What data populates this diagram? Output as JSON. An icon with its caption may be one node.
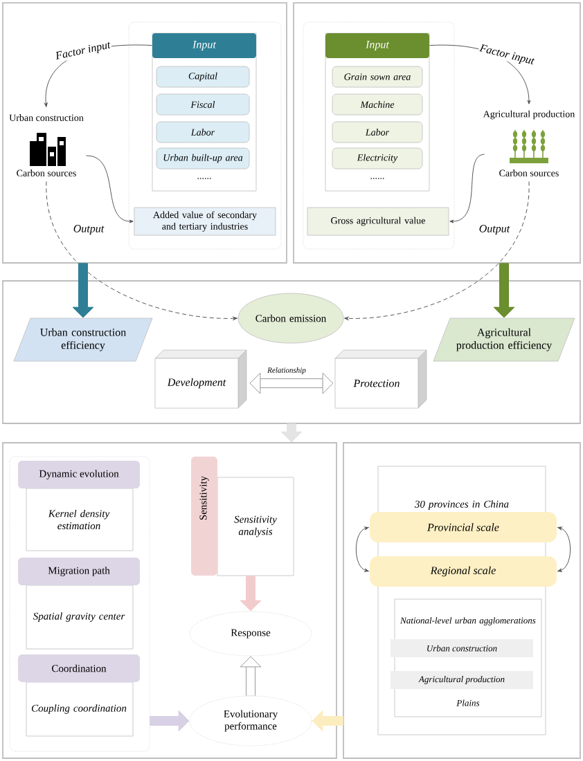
{
  "diagram": {
    "nodes": [
      {
        "text": [],
        "shape": "box"
      },
      {
        "text": [],
        "shape": "box",
        "in": 0
      },
      {
        "text": [
          "Input",
          "......"
        ],
        "in": 1
      },
      {
        "text": [
          "Capital"
        ],
        "in": 2
      },
      {
        "text": [
          "Fiscal"
        ],
        "in": 2
      },
      {
        "text": [
          "Labor"
        ],
        "in": 2
      },
      {
        "text": [
          "Urban built-up area"
        ],
        "in": 2
      },
      {
        "text": [
          "Added value of secondary and tertiary industries"
        ],
        "in": 1
      },
      {
        "text": [
          "Urban construction",
          "Carbon sources"
        ],
        "in": 0
      },
      {
        "text": [],
        "shape": "box"
      },
      {
        "text": [],
        "shape": "box",
        "in": 9
      },
      {
        "text": [
          "Input",
          "......"
        ],
        "in": 10
      },
      {
        "text": [
          "Grain sown area"
        ],
        "in": 11
      },
      {
        "text": [
          "Machine"
        ],
        "in": 11
      },
      {
        "text": [
          "Labor"
        ],
        "in": 11
      },
      {
        "text": [
          "Electricity"
        ],
        "in": 11
      },
      {
        "text": [
          "Gross agricultural value"
        ],
        "in": 10
      },
      {
        "text": [
          "Agricultural production",
          "Carbon sources"
        ],
        "in": 9
      },
      {
        "text": [],
        "shape": "box"
      },
      {
        "text": [
          "Carbon emission"
        ],
        "in": 18
      },
      {
        "text": [
          "Urban construction efficiency"
        ],
        "in": 18
      },
      {
        "text": [
          "Agricultural production efficiency"
        ],
        "in": 18
      },
      {
        "text": [
          "Development"
        ],
        "in": 18
      },
      {
        "text": [
          "Protection"
        ],
        "in": 18
      },
      {
        "text": [],
        "shape": "box"
      },
      {
        "text": [],
        "shape": "box",
        "in": 24
      },
      {
        "text": [
          "Dynamic evolution",
          "Kernel density estimation"
        ],
        "in": 25
      },
      {
        "text": [
          "Migration path",
          "Spatial gravity center"
        ],
        "in": 25
      },
      {
        "text": [
          "Coordination",
          "Coupling coordination"
        ],
        "in": 25
      },
      {
        "text": [
          "Sensitivity",
          "Sensitivity analysis"
        ],
        "in": 24
      },
      {
        "text": [
          "Response"
        ],
        "in": 24
      },
      {
        "text": [
          "Evolutionary performance"
        ],
        "in": 24
      },
      {
        "text": [],
        "shape": "box"
      },
      {
        "text": [
          "30 provinces in China"
        ],
        "in": 32
      },
      {
        "text": [
          "Provincial scale"
        ],
        "in": 33
      },
      {
        "text": [
          "Regional scale"
        ],
        "in": 33
      },
      {
        "text": [
          "National-level urban agglomerations",
          "Plains"
        ],
        "in": 33
      },
      {
        "text": [
          "Urban construction"
        ],
        "in": 36
      },
      {
        "text": [
          "Agricultural production"
        ],
        "in": 36
      }
    ],
    "edges": [
      {
        "from": 2,
        "to": 8,
        "arrow": "to",
        "label": "Factor input"
      },
      {
        "from": 8,
        "to": 7,
        "arrow": "to"
      },
      {
        "from": 8,
        "to": 19,
        "arrow": "to",
        "label": "Output",
        "style": "dashed"
      },
      {
        "from": 11,
        "to": 17,
        "arrow": "to",
        "label": "Factor input"
      },
      {
        "from": 17,
        "to": 16,
        "arrow": "to"
      },
      {
        "from": 17,
        "to": 19,
        "arrow": "to",
        "label": "Output",
        "style": "dashed"
      },
      {
        "from": 0,
        "to": 20,
        "arrow": "to",
        "style": "thick",
        "color": "#2e7f95"
      },
      {
        "from": 9,
        "to": 21,
        "arrow": "to",
        "style": "thick",
        "color": "#6b8e2e"
      },
      {
        "from": 22,
        "to": 23,
        "arrow": "both",
        "label": "Relationship",
        "style": "thick"
      },
      {
        "from": 18,
        "to": 24,
        "arrow": "to",
        "style": "thick",
        "color": "#e4e4e4"
      },
      {
        "from": 29,
        "to": 30,
        "arrow": "to",
        "style": "thick",
        "color": "#f2cccc"
      },
      {
        "from": 31,
        "to": 30,
        "arrow": "to",
        "style": "thick"
      },
      {
        "from": 25,
        "to": 31,
        "arrow": "to",
        "style": "thick",
        "color": "#d8d0e4"
      },
      {
        "from": 32,
        "to": 31,
        "arrow": "to",
        "style": "thick",
        "color": "#fcedbf"
      },
      {
        "from": 34,
        "to": 35,
        "arrow": "both"
      },
      {
        "from": 34,
        "to": 35,
        "arrow": "both"
      }
    ]
  }
}
